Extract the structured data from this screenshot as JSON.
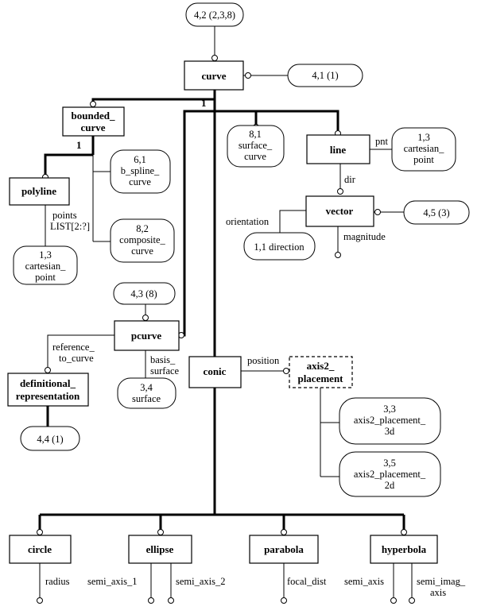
{
  "entities": {
    "curve": "curve",
    "bounded_curve": [
      "bounded_",
      "curve"
    ],
    "line": "line",
    "polyline": "polyline",
    "vector": "vector",
    "pcurve": "pcurve",
    "conic": "conic",
    "axis2_placement": [
      "axis2_",
      "placement"
    ],
    "definitional_representation": [
      "definitional_",
      "representation"
    ],
    "circle": "circle",
    "ellipse": "ellipse",
    "parabola": "parabola",
    "hyperbola": "hyperbola"
  },
  "references": {
    "top": "4,2 (2,3,8)",
    "curve_right": "4,1 (1)",
    "surface_curve": [
      "8,1",
      "surface_",
      "curve"
    ],
    "line_pnt": [
      "1,3",
      "cartesian_",
      "point"
    ],
    "b_spline_curve": [
      "6,1",
      "b_spline_",
      "curve"
    ],
    "composite_curve": [
      "8,2",
      "composite_",
      "curve"
    ],
    "polyline_points": [
      "1,3",
      "cartesian_",
      "point"
    ],
    "vector_ref": "4,5 (3)",
    "direction": "1,1 direction",
    "pcurve_ref": "4,3 (8)",
    "surface": [
      "3,4",
      "surface"
    ],
    "def_rep_ref": "4,4 (1)",
    "axis2_3d": [
      "3,3",
      "axis2_placement_",
      "3d"
    ],
    "axis2_2d": [
      "3,5",
      "axis2_placement_",
      "2d"
    ]
  },
  "labels": {
    "one_curve": "1",
    "one_bounded": "1",
    "pnt": "pnt",
    "dir": "dir",
    "orientation": "orientation",
    "magnitude": "magnitude",
    "points": [
      "points",
      "LIST[2:?]"
    ],
    "reference_to_curve": [
      "reference_",
      "to_curve"
    ],
    "basis_surface": [
      "basis_",
      "surface"
    ],
    "position": "position",
    "radius": "radius",
    "semi_axis_1": "semi_axis_1",
    "semi_axis_2": "semi_axis_2",
    "focal_dist": "focal_dist",
    "semi_axis": "semi_axis",
    "semi_imag_axis": [
      "semi_imag_",
      "axis"
    ]
  }
}
